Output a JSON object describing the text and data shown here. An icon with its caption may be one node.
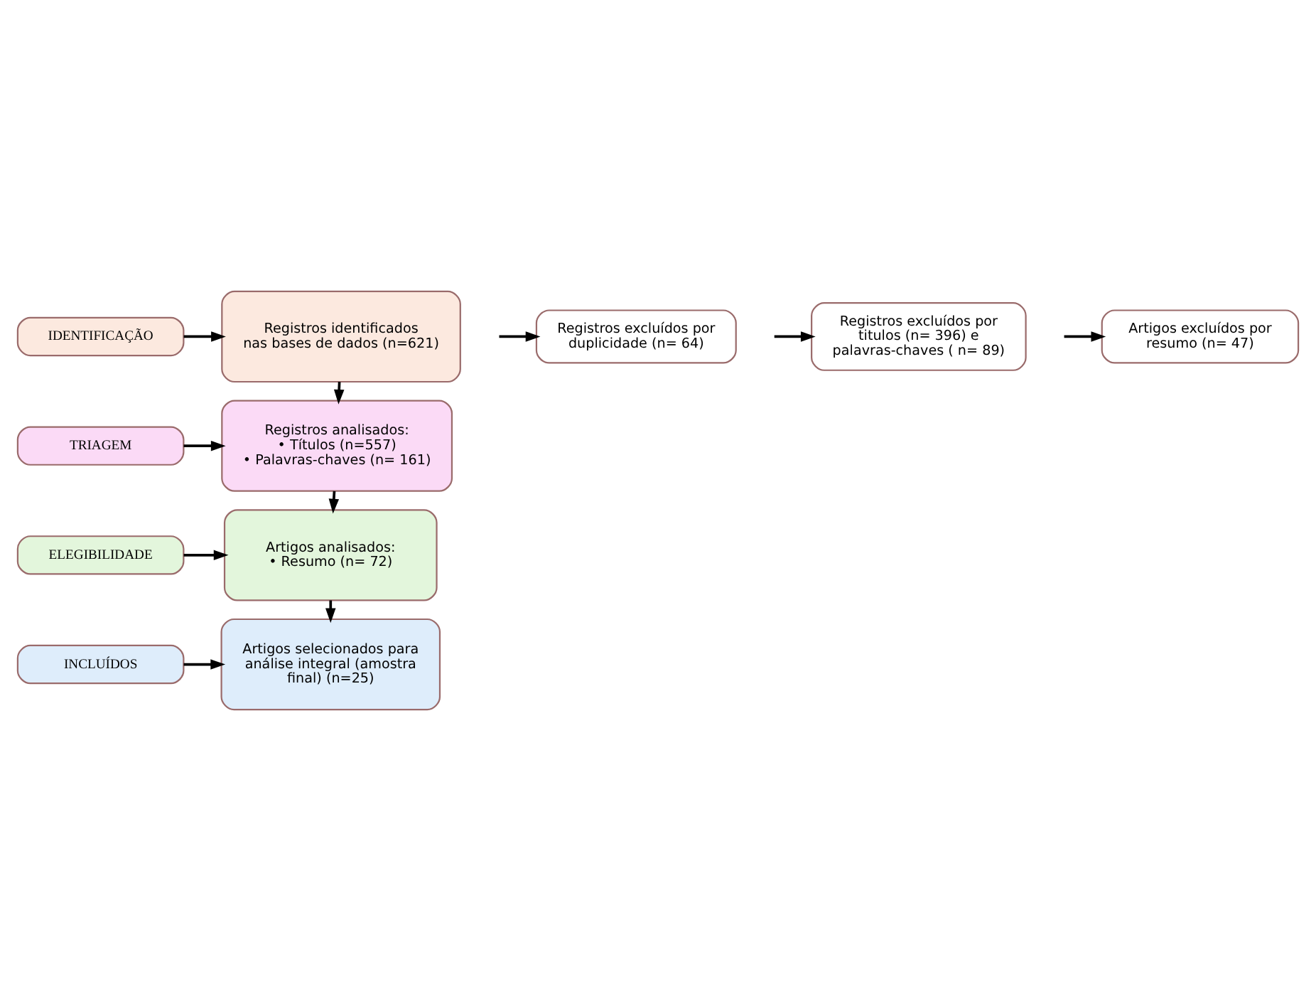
{
  "diagram": {
    "nodes": [
      {
        "text": [
          "IDENTIFICAÇÃO"
        ]
      },
      {
        "text": [
          "Registros identificados nas bases de dados (n=621)"
        ]
      },
      {
        "text": [
          "Registros excluídos por duplicidade (n= 64)"
        ]
      },
      {
        "text": [
          "TRIAGEM"
        ]
      },
      {
        "text": [
          "Registros analisados:",
          "• Títulos (n=557)",
          "• Palavras-chaves (n= 161)"
        ]
      },
      {
        "text": [
          "Registros excluídos por titulos (n= 396) e palavras-chaves ( n= 89)"
        ]
      },
      {
        "text": [
          "ELEGIBILIDADE"
        ]
      },
      {
        "text": [
          "Artigos analisados:",
          "• Resumo (n= 72)"
        ]
      },
      {
        "text": [
          "Artigos excluídos por resumo (n= 47)"
        ]
      },
      {
        "text": [
          "INCLUÍDOS"
        ]
      },
      {
        "text": [
          "Artigos selecionados para análise integral (amostra final) (n=25)"
        ]
      }
    ],
    "edges": [
      {
        "from": 0,
        "to": 1,
        "arrow": "to"
      },
      {
        "from": 1,
        "to": 4,
        "arrow": "to"
      },
      {
        "from": null,
        "to": 2,
        "arrow": "to"
      },
      {
        "from": 3,
        "to": 4,
        "arrow": "to"
      },
      {
        "from": 4,
        "to": 7,
        "arrow": "to"
      },
      {
        "from": null,
        "to": 5,
        "arrow": "to"
      },
      {
        "from": 6,
        "to": 7,
        "arrow": "to"
      },
      {
        "from": 7,
        "to": 10,
        "arrow": "to"
      },
      {
        "from": null,
        "to": 8,
        "arrow": "to"
      },
      {
        "from": 9,
        "to": 10,
        "arrow": "to"
      }
    ]
  }
}
